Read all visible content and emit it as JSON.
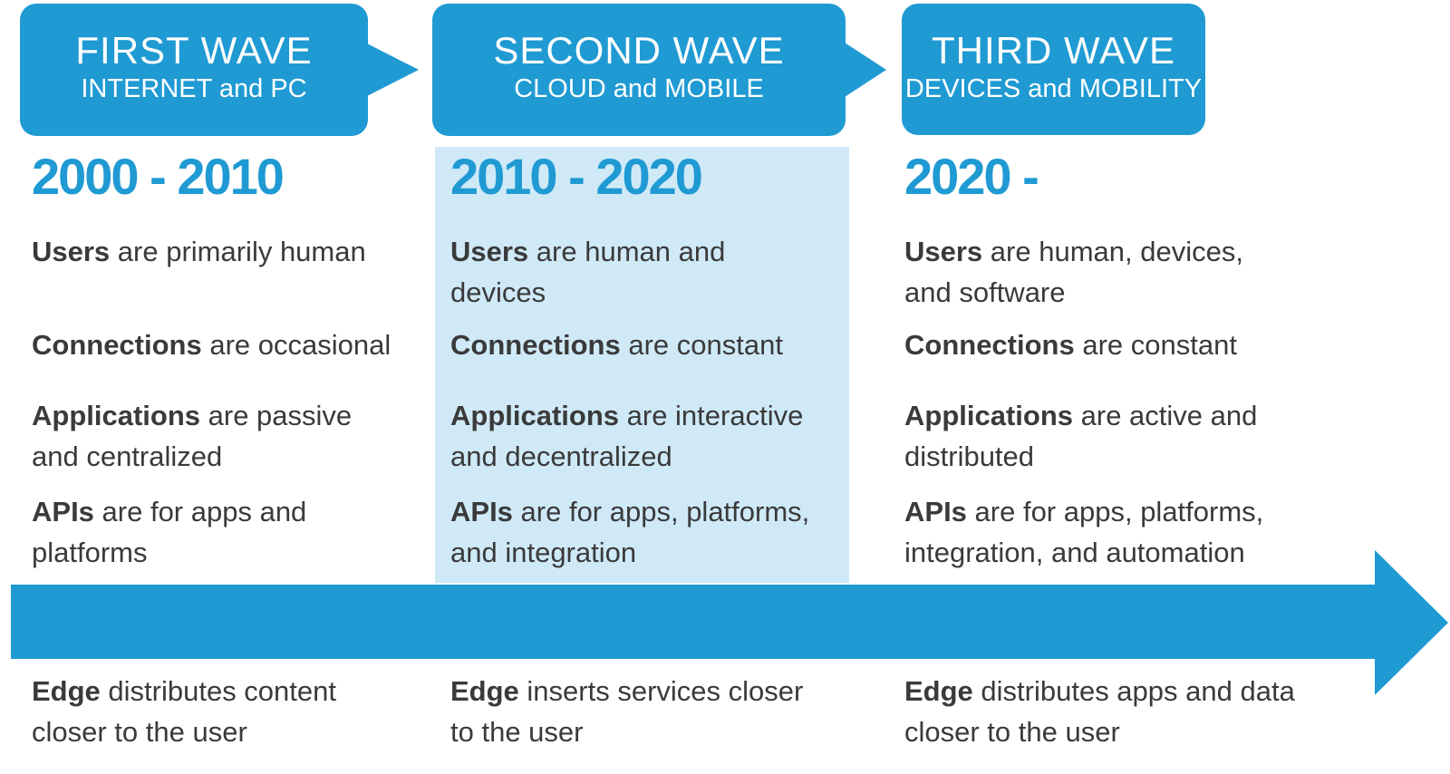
{
  "colors": {
    "accent": "#1F9AD3",
    "panel_bg": "#CFE9F7",
    "body_text": "#3A3A3A",
    "header_text": "#FFFFFF"
  },
  "waves": [
    {
      "header": {
        "title": "FIRST WAVE",
        "subtitle": "INTERNET and PC"
      },
      "period": "2000 - 2010",
      "facts": [
        {
          "term": "Users",
          "line1": " are primarily human",
          "line2": ""
        },
        {
          "term": "Connections",
          "line1": " are occasional",
          "line2": ""
        },
        {
          "term": "Applications",
          "line1": " are passive",
          "line2": "and centralized"
        },
        {
          "term": "APIs",
          "line1": " are for apps and",
          "line2": "platforms"
        }
      ],
      "edge": {
        "term": "Edge",
        "line1": " distributes content",
        "line2": "closer to the user"
      }
    },
    {
      "header": {
        "title": "SECOND WAVE",
        "subtitle": "CLOUD and MOBILE"
      },
      "period": "2010 - 2020",
      "facts": [
        {
          "term": "Users",
          "line1": " are human and",
          "line2": "devices"
        },
        {
          "term": "Connections",
          "line1": " are constant",
          "line2": ""
        },
        {
          "term": "Applications",
          "line1": " are interactive",
          "line2": "and decentralized"
        },
        {
          "term": "APIs",
          "line1": " are for apps, platforms,",
          "line2": "and integration"
        }
      ],
      "edge": {
        "term": "Edge",
        "line1": " inserts services closer",
        "line2": "to the user"
      }
    },
    {
      "header": {
        "title": "THIRD WAVE",
        "subtitle": "DEVICES and MOBILITY"
      },
      "period": "2020 -",
      "facts": [
        {
          "term": "Users",
          "line1": " are human, devices,",
          "line2": "and software"
        },
        {
          "term": "Connections",
          "line1": " are constant",
          "line2": ""
        },
        {
          "term": "Applications",
          "line1": " are active and",
          "line2": "distributed"
        },
        {
          "term": "APIs",
          "line1": " are for apps, platforms,",
          "line2": "integration, and automation"
        }
      ],
      "edge": {
        "term": "Edge",
        "line1": " distributes apps and data",
        "line2": "closer to the user"
      }
    }
  ]
}
